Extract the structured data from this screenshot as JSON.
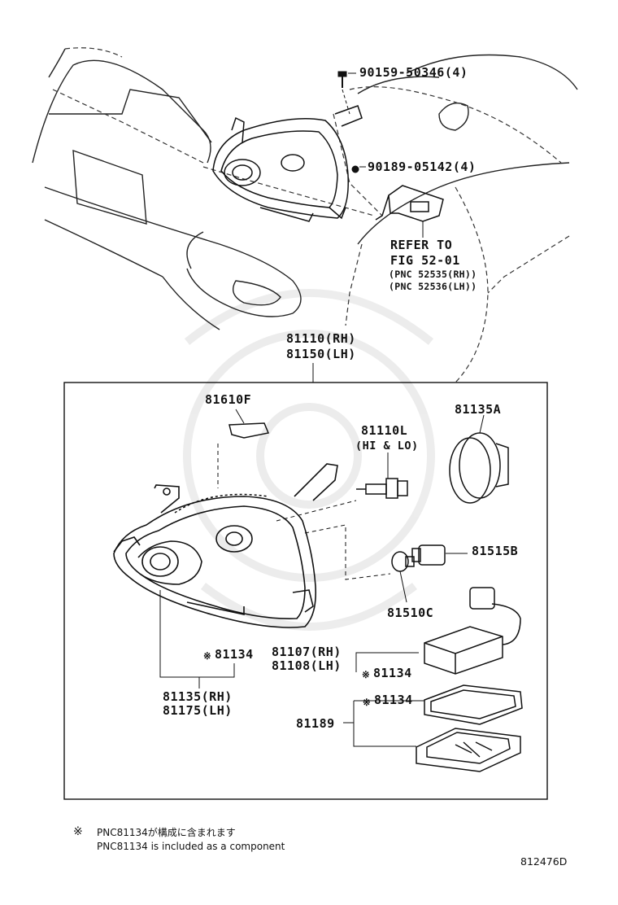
{
  "callouts": {
    "bolt": "90159-50346(4)",
    "nut": "90189-05142(4)",
    "refer_line1": "REFER TO",
    "refer_line2": "FIG 52-01",
    "refer_pnc_rh": "(PNC 52535(RH))",
    "refer_pnc_lh": "(PNC 52536(LH))",
    "assy_rh": "81110(RH)",
    "assy_lh": "81150(LH)",
    "cover": "81610F",
    "bulb": "81110L",
    "bulb_note": "(HI & LO)",
    "ring": "81135A",
    "socket": "81515B",
    "small_bulb": "81510C",
    "comp_81134_a": "81134",
    "ballast_rh": "81107(RH)",
    "ballast_lh": "81108(LH)",
    "comp_81134_b": "81134",
    "comp_81134_c": "81134",
    "unit_rh": "81135(RH)",
    "unit_lh": "81175(LH)",
    "cover_set": "81189"
  },
  "footnote": {
    "mark": "※",
    "line_jp": "PNC81134が構成に含まれます",
    "line_en": "PNC81134 is included as a component"
  },
  "figure_id": "812476D"
}
